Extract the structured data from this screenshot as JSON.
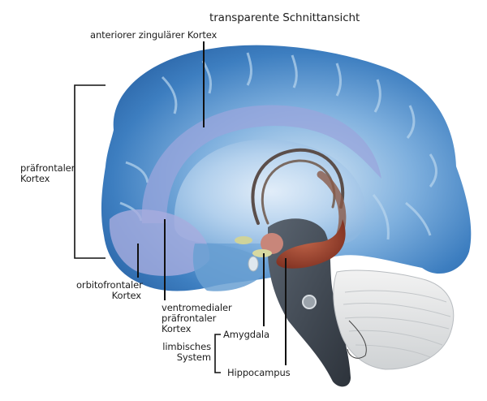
{
  "diagram": {
    "title": "transparente Schnittansicht",
    "subject": "Medianer Sagittalschnitt des Gehirns (transparente Ansicht)",
    "labels": {
      "anterior_cingulate": "anteriorer zingulärer Kortex",
      "prefrontal_line1": "präfrontaler",
      "prefrontal_line2": "Kortex",
      "orbitofrontal_line1": "orbitofrontaler",
      "orbitofrontal_line2": "Kortex",
      "ventromedial_line1": "ventromedialer",
      "ventromedial_line2": "präfrontaler",
      "ventromedial_line3": "Kortex",
      "limbic_line1": "limbisches",
      "limbic_line2": "System",
      "amygdala": "Amygdala",
      "hippocampus": "Hippocampus"
    },
    "colors": {
      "cortex_dark": "#2f6fb0",
      "cortex_mid": "#4c8cc8",
      "cortex_light": "#a9cbe8",
      "cingulate": "#9aa6dc",
      "brainstem": "#3e4650",
      "hippocampus": "#a0452e",
      "amygdala": "#c8867a",
      "cerebellum": "#e6e6e6",
      "leader_line": "#111111"
    }
  }
}
